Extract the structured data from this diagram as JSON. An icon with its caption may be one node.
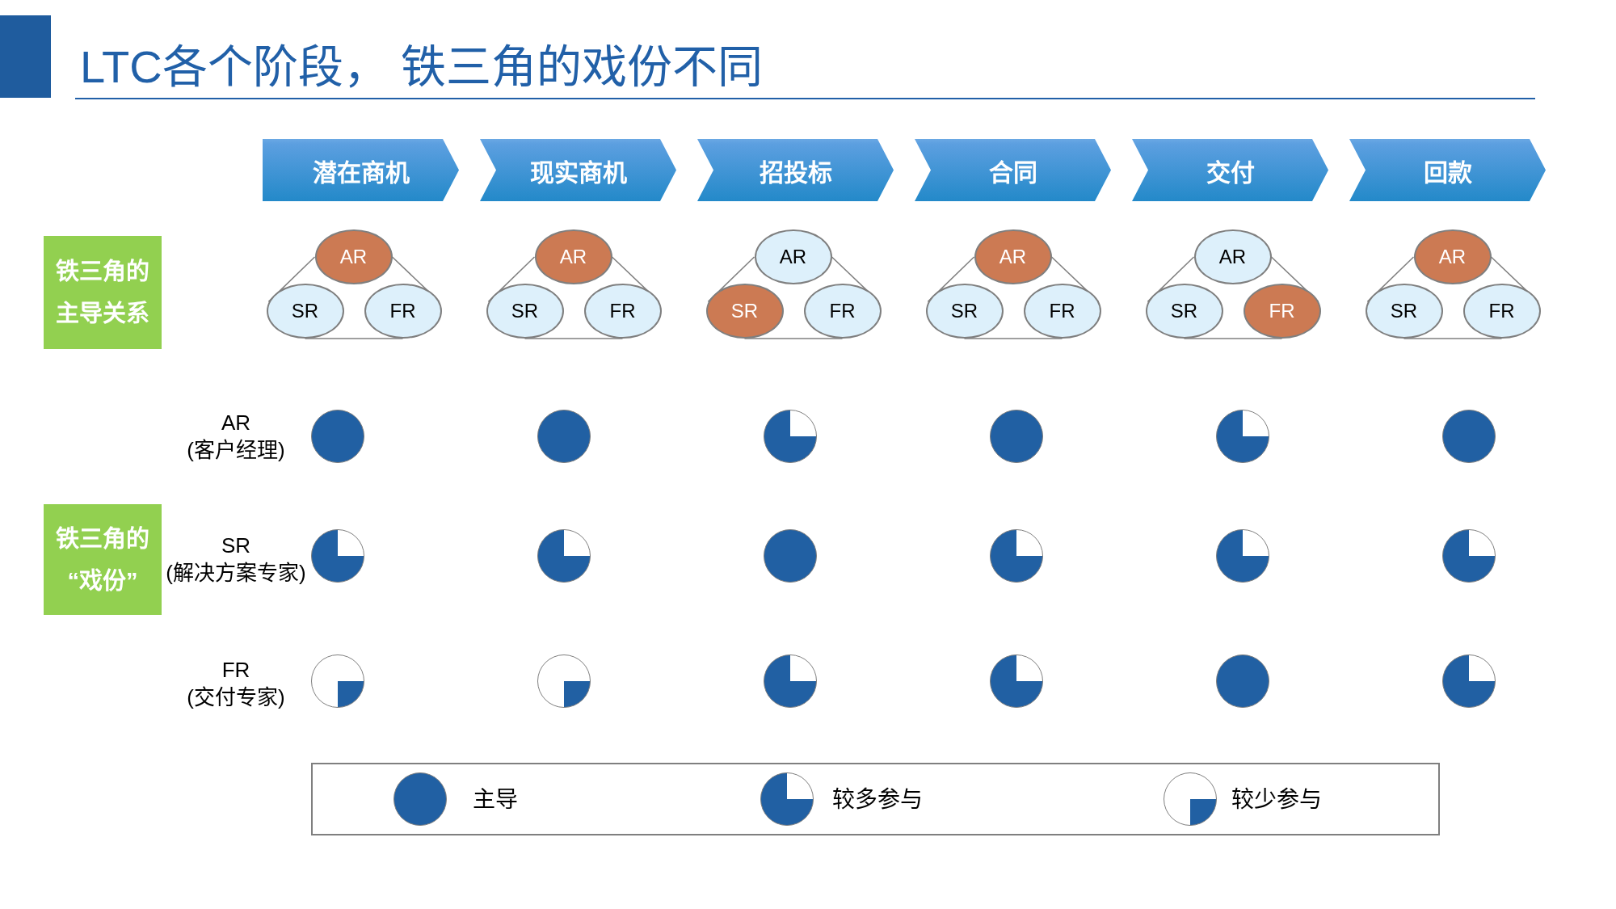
{
  "diagram": {
    "title": "LTC各个阶段， 铁三角的戏份不同",
    "nodes": [
      {
        "text": [
          "潜在商机"
        ]
      },
      {
        "text": [
          "现实商机"
        ]
      },
      {
        "text": [
          "招投标"
        ]
      },
      {
        "text": [
          "合同"
        ]
      },
      {
        "text": [
          "交付"
        ]
      },
      {
        "text": [
          "回款"
        ]
      },
      {
        "text": [
          "铁三角的主导关系"
        ]
      },
      {
        "text": [
          "AR"
        ]
      },
      {
        "text": [
          "SR"
        ]
      },
      {
        "text": [
          "FR"
        ]
      },
      {
        "text": [
          "AR"
        ]
      },
      {
        "text": [
          "SR"
        ]
      },
      {
        "text": [
          "FR"
        ]
      },
      {
        "text": [
          "AR"
        ]
      },
      {
        "text": [
          "SR"
        ]
      },
      {
        "text": [
          "FR"
        ]
      },
      {
        "text": [
          "AR"
        ]
      },
      {
        "text": [
          "SR"
        ]
      },
      {
        "text": [
          "FR"
        ]
      },
      {
        "text": [
          "AR"
        ]
      },
      {
        "text": [
          "SR"
        ]
      },
      {
        "text": [
          "FR"
        ]
      },
      {
        "text": [
          "AR"
        ]
      },
      {
        "text": [
          "SR"
        ]
      },
      {
        "text": [
          "FR"
        ]
      },
      {
        "text": [],
        "shape": "circle"
      },
      {
        "text": [],
        "shape": "circle"
      },
      {
        "text": [],
        "shape": "pie"
      },
      {
        "text": [],
        "shape": "circle"
      },
      {
        "text": [],
        "shape": "pie"
      },
      {
        "text": [],
        "shape": "circle"
      },
      {
        "text": [
          "铁三角的“戏份”"
        ]
      },
      {
        "text": [],
        "shape": "pie"
      },
      {
        "text": [],
        "shape": "pie"
      },
      {
        "text": [],
        "shape": "circle"
      },
      {
        "text": [],
        "shape": "pie"
      },
      {
        "text": [],
        "shape": "pie"
      },
      {
        "text": [],
        "shape": "pie"
      },
      {
        "text": [],
        "shape": "wedge"
      },
      {
        "text": [],
        "shape": "wedge"
      },
      {
        "text": [],
        "shape": "pie"
      },
      {
        "text": [],
        "shape": "pie"
      },
      {
        "text": [],
        "shape": "circle"
      },
      {
        "text": [],
        "shape": "pie"
      }
    ],
    "edges": [
      {
        "from": 7,
        "to": 8,
        "arrow": "none"
      },
      {
        "from": 7,
        "to": 9,
        "arrow": "none"
      },
      {
        "from": 8,
        "to": 9,
        "arrow": "none"
      },
      {
        "from": 10,
        "to": 11,
        "arrow": "none"
      },
      {
        "from": 10,
        "to": 12,
        "arrow": "none"
      },
      {
        "from": 11,
        "to": 12,
        "arrow": "none"
      },
      {
        "from": 13,
        "to": 14,
        "arrow": "none"
      },
      {
        "from": 13,
        "to": 15,
        "arrow": "none"
      },
      {
        "from": 14,
        "to": 15,
        "arrow": "none"
      },
      {
        "from": 16,
        "to": 17,
        "arrow": "none"
      },
      {
        "from": 16,
        "to": 18,
        "arrow": "none"
      },
      {
        "from": 17,
        "to": 18,
        "arrow": "none"
      },
      {
        "from": 19,
        "to": 20,
        "arrow": "none"
      },
      {
        "from": 19,
        "to": 21,
        "arrow": "none"
      },
      {
        "from": 20,
        "to": 21,
        "arrow": "none"
      },
      {
        "from": 22,
        "to": 23,
        "arrow": "none"
      },
      {
        "from": 22,
        "to": 24,
        "arrow": "none"
      },
      {
        "from": 23,
        "to": 24,
        "arrow": "none"
      }
    ],
    "labels": [
      "AR (客户经理)",
      "SR (解决方案专家)",
      "FR (交付专家)"
    ],
    "legend": [
      {
        "text": "主导"
      },
      {
        "text": "较多参与"
      },
      {
        "text": "较少参与"
      }
    ]
  }
}
